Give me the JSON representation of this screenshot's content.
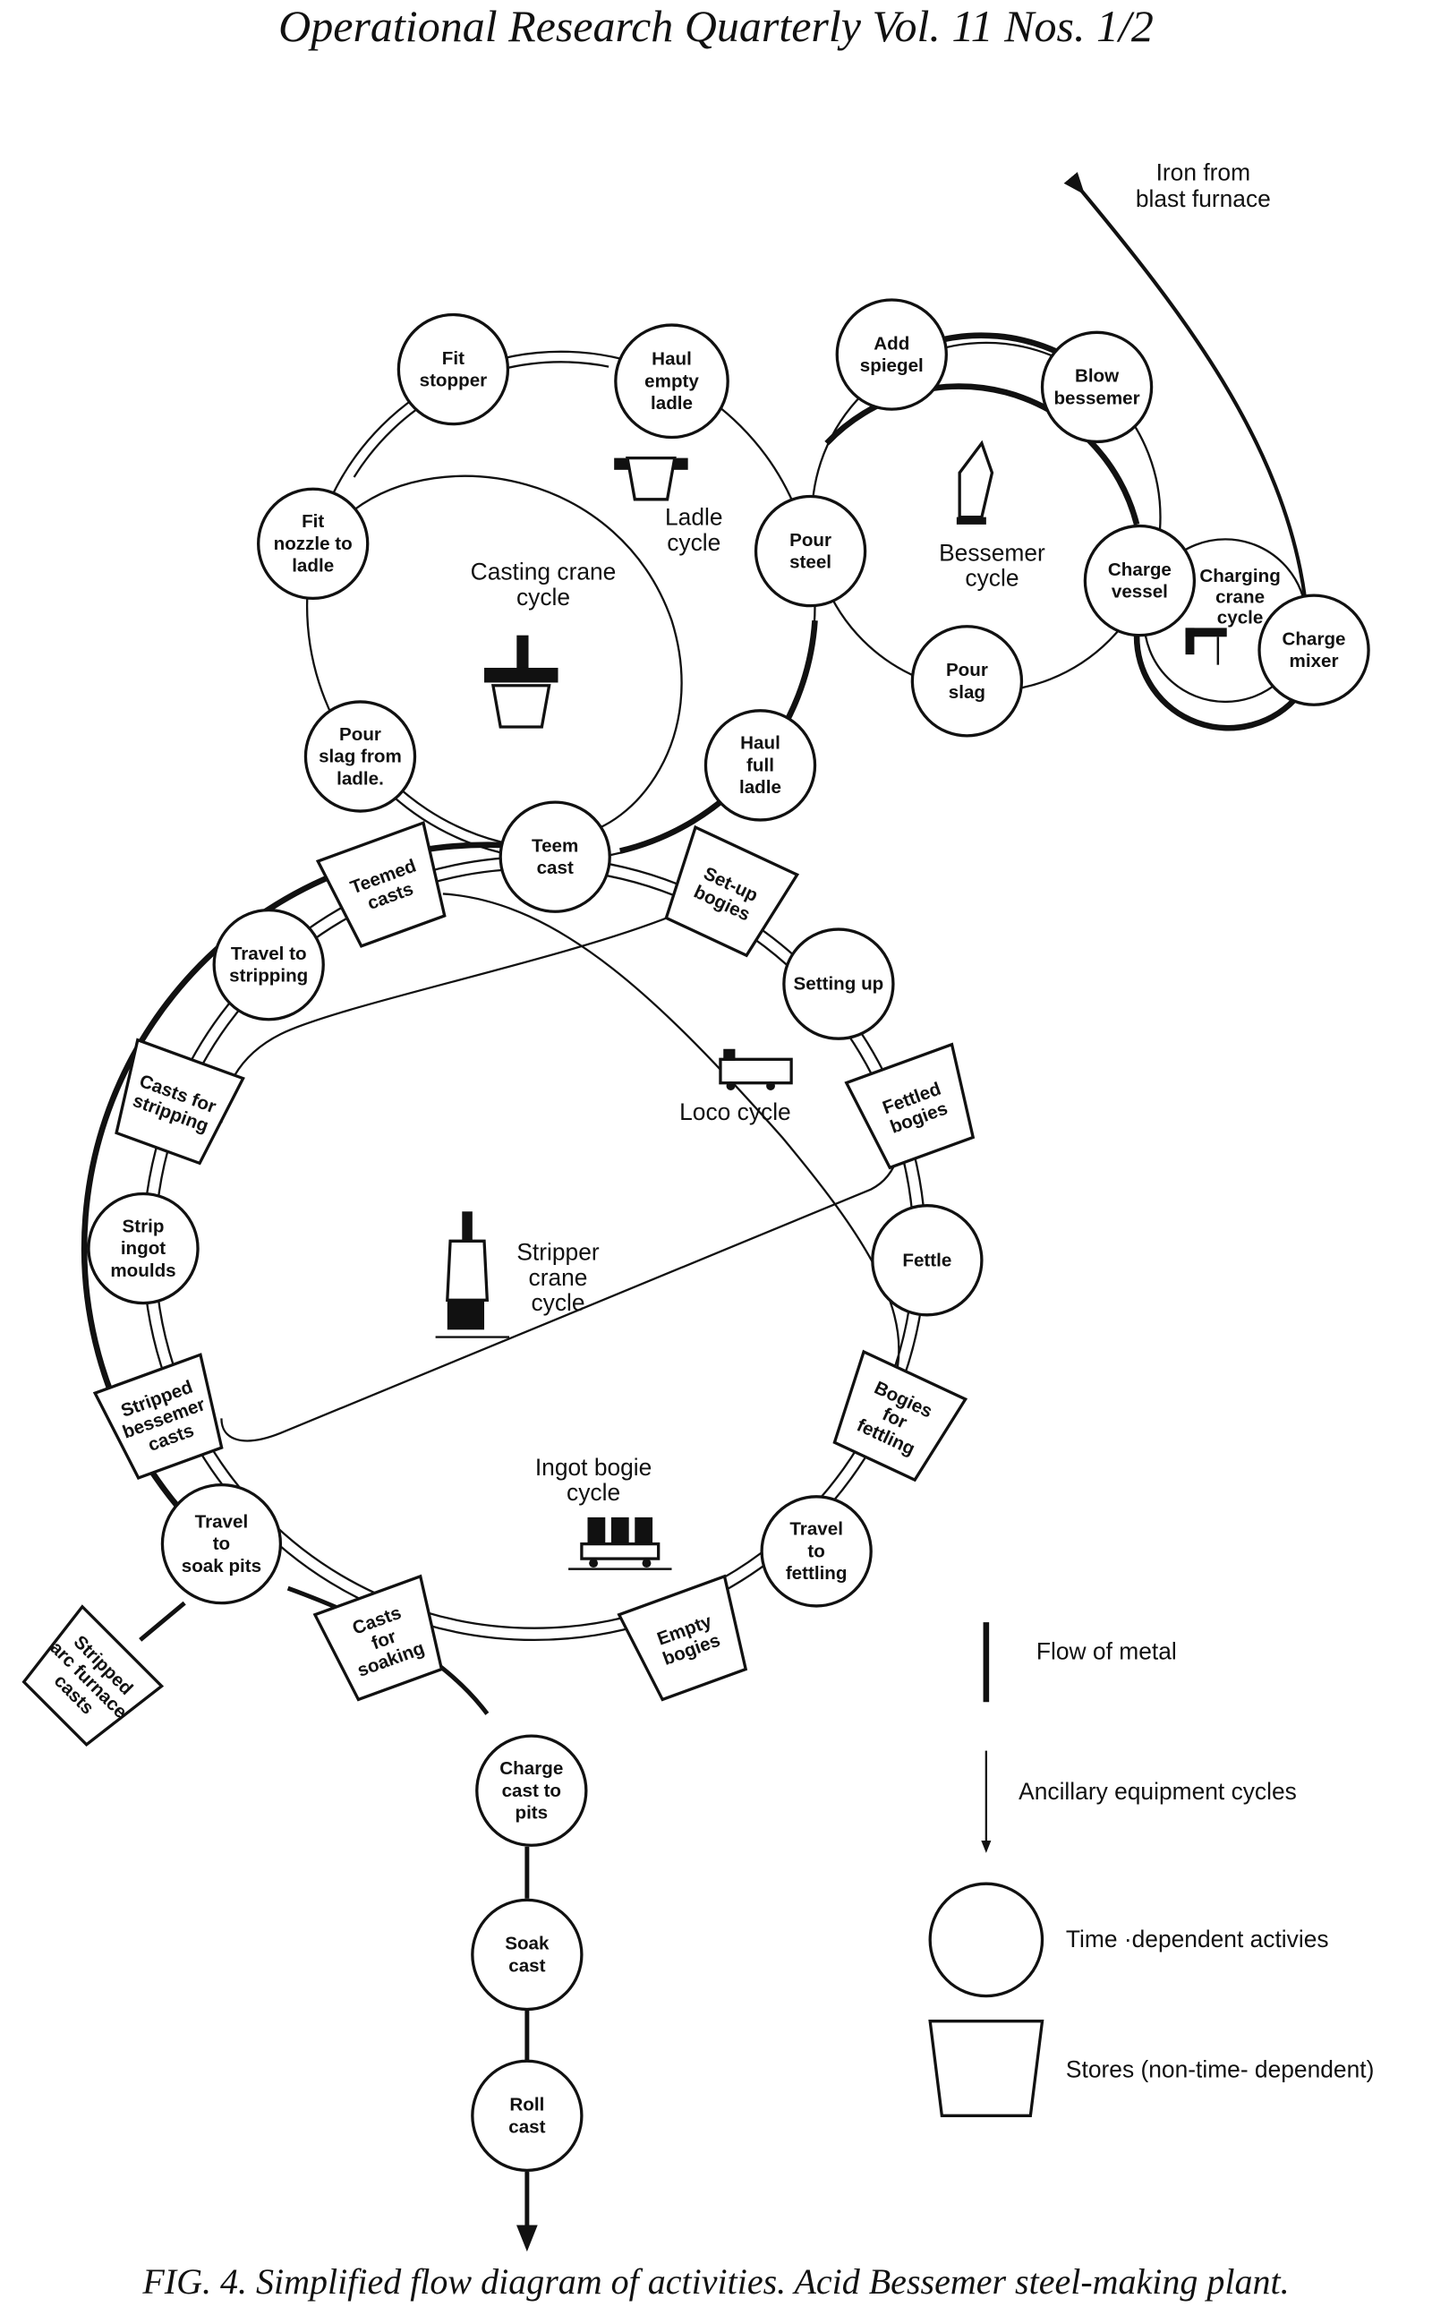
{
  "header": {
    "title": "Operational Research Quarterly Vol. 11 Nos. 1/2"
  },
  "caption": "FIG. 4. Simplified flow diagram of activities. Acid Bessemer steel-making plant.",
  "input_label": [
    "Iron from",
    "blast furnace"
  ],
  "cycles": {
    "casting_crane": [
      "Casting  crane",
      "cycle"
    ],
    "ladle": [
      "Ladle",
      "cycle"
    ],
    "bessemer": [
      "Bessemer",
      "cycle"
    ],
    "charging_crane": [
      "Charging",
      "crane",
      "cycle"
    ],
    "loco": [
      "Loco  cycle"
    ],
    "stripper_crane": [
      "Stripper",
      "crane",
      "cycle"
    ],
    "ingot_bogie": [
      "Ingot bogie",
      "cycle"
    ]
  },
  "activities": [
    {
      "id": "fit-stopper",
      "lines": [
        "Fit",
        "stopper"
      ]
    },
    {
      "id": "haul-empty-ladle",
      "lines": [
        "Haul",
        "empty",
        "ladle"
      ]
    },
    {
      "id": "fit-nozzle-to-ladle",
      "lines": [
        "Fit",
        "nozzle to",
        "ladle"
      ]
    },
    {
      "id": "pour-slag-from-ladle",
      "lines": [
        "Pour",
        "slag from",
        "ladle."
      ]
    },
    {
      "id": "teem-cast",
      "lines": [
        "Teem",
        "cast"
      ]
    },
    {
      "id": "haul-full-ladle",
      "lines": [
        "Haul",
        "full",
        "ladle"
      ]
    },
    {
      "id": "pour-steel",
      "lines": [
        "Pour",
        "steel"
      ]
    },
    {
      "id": "add-spiegel",
      "lines": [
        "Add",
        "spiegel"
      ]
    },
    {
      "id": "blow-bessemer",
      "lines": [
        "Blow",
        "bessemer"
      ]
    },
    {
      "id": "charge-vessel",
      "lines": [
        "Charge",
        "vessel"
      ]
    },
    {
      "id": "charge-mixer",
      "lines": [
        "Charge",
        "mixer"
      ]
    },
    {
      "id": "pour-slag",
      "lines": [
        "Pour",
        "slag"
      ]
    },
    {
      "id": "travel-to-stripping",
      "lines": [
        "Travel to",
        "stripping"
      ]
    },
    {
      "id": "strip-ingot-moulds",
      "lines": [
        "Strip",
        "ingot",
        "moulds"
      ]
    },
    {
      "id": "travel-to-soak-pits",
      "lines": [
        "Travel",
        "to",
        "soak pits"
      ]
    },
    {
      "id": "setting-up",
      "lines": [
        "Setting up"
      ]
    },
    {
      "id": "fettle",
      "lines": [
        "Fettle"
      ]
    },
    {
      "id": "travel-to-fettling",
      "lines": [
        "Travel",
        "to",
        "fettling"
      ]
    },
    {
      "id": "charge-cast-to-pits",
      "lines": [
        "Charge",
        "cast to",
        "pits"
      ]
    },
    {
      "id": "soak-cast",
      "lines": [
        "Soak",
        "cast"
      ]
    },
    {
      "id": "roll-cast",
      "lines": [
        "Roll",
        "cast"
      ]
    }
  ],
  "stores": [
    {
      "id": "teemed-casts",
      "lines": [
        "Teemed",
        "casts"
      ]
    },
    {
      "id": "set-up-bogies",
      "lines": [
        "Set-up",
        "bogies"
      ]
    },
    {
      "id": "casts-for-stripping",
      "lines": [
        "Casts  for",
        "stripping"
      ]
    },
    {
      "id": "fettled-bogies",
      "lines": [
        "Fettled",
        "bogies"
      ]
    },
    {
      "id": "stripped-bessemer-casts",
      "lines": [
        "Stripped",
        "bessemer",
        "casts"
      ]
    },
    {
      "id": "bogies-for-fettling",
      "lines": [
        "Bogies",
        "for",
        "fettling"
      ]
    },
    {
      "id": "casts-for-soaking",
      "lines": [
        "Casts",
        "for",
        "soaking"
      ]
    },
    {
      "id": "empty-bogies",
      "lines": [
        "Empty",
        "bogies"
      ]
    },
    {
      "id": "stripped-arc-furnace-casts",
      "lines": [
        "Stripped",
        "arc furnace",
        "casts"
      ]
    }
  ],
  "legend": [
    {
      "symbol": "thick-line",
      "label": "Flow  of  metal"
    },
    {
      "symbol": "arrow-line",
      "label": "Ancillary  equipment  cycles"
    },
    {
      "symbol": "circle",
      "label": "Time ·dependent  activies"
    },
    {
      "symbol": "trapezoid",
      "label": "Stores  (non-time- dependent)"
    }
  ]
}
